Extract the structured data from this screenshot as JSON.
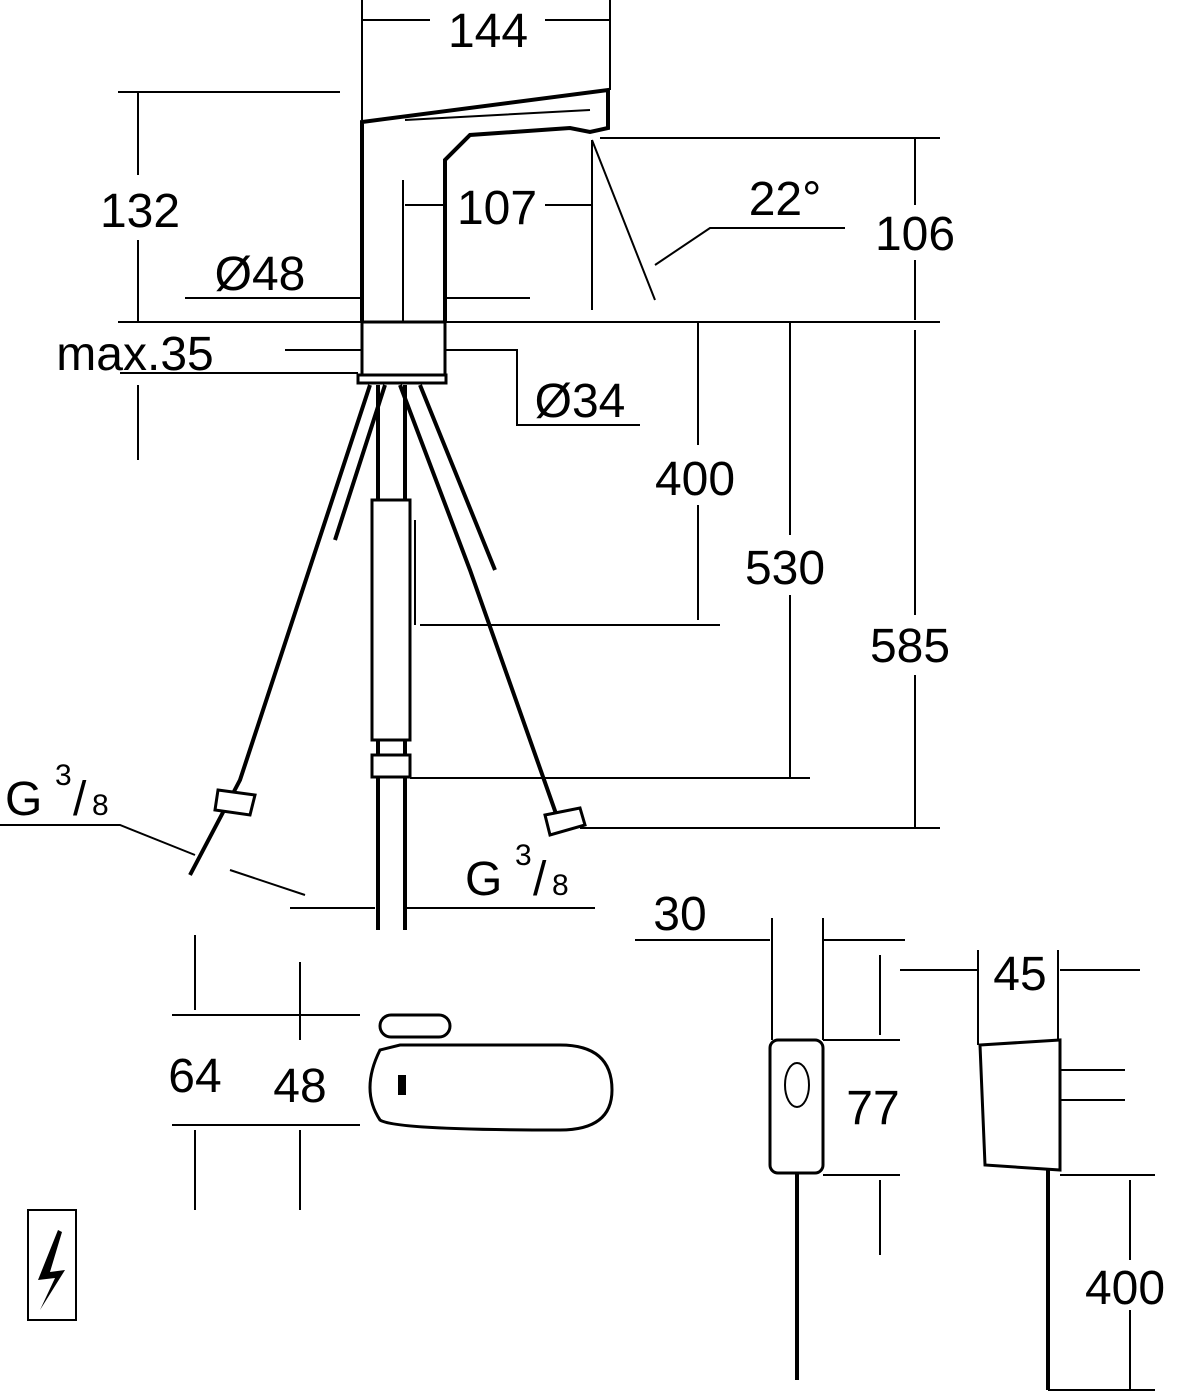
{
  "dimensions": {
    "width_total": "144",
    "height_spout": "132",
    "spout_reach": "107",
    "spray_angle": "22°",
    "spout_height": "106",
    "body_diameter": "Ø48",
    "max_thickness": "max.35",
    "hole_diameter": "Ø34",
    "hose_400": "400",
    "hose_530": "530",
    "hose_585": "585",
    "thread_left": {
      "letter": "G",
      "num": "3",
      "den": "8"
    },
    "thread_right": {
      "letter": "G",
      "num": "3",
      "den": "8"
    },
    "adapter_width": "30",
    "plug_width": "45",
    "box_height": "64",
    "box_inner": "48",
    "adapter_height": "77",
    "cable_400": "400"
  }
}
